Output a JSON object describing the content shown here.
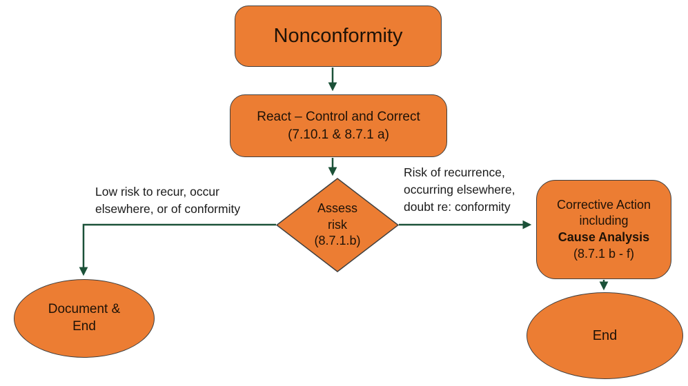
{
  "colors": {
    "shape_fill": "#EC7D33",
    "shape_border": "#3F3F3F",
    "arrow": "#1B5138",
    "shape_text": "#1E1207",
    "label_text": "#1A1A1A",
    "background": "#FFFFFF"
  },
  "nodes": {
    "nonconformity": {
      "label": "Nonconformity"
    },
    "react": {
      "line1": "React – Control and Correct",
      "line2": "(7.10.1 & 8.7.1 a)"
    },
    "assess_risk": {
      "line1": "Assess",
      "line2": "risk",
      "line3": "(8.7.1.b)"
    },
    "corrective_action": {
      "line1": "Corrective Action",
      "line2": "including",
      "line3": "Cause Analysis",
      "line4": "(8.7.1 b - f)"
    },
    "document_end": {
      "line1": "Document &",
      "line2": "End"
    },
    "end": {
      "label": "End"
    }
  },
  "edge_labels": {
    "low_risk": {
      "line1": "Low risk to recur, occur",
      "line2": "elsewhere, or of conformity"
    },
    "high_risk": {
      "line1": "Risk of recurrence,",
      "line2": "occurring elsewhere,",
      "line3": "doubt re: conformity"
    }
  }
}
